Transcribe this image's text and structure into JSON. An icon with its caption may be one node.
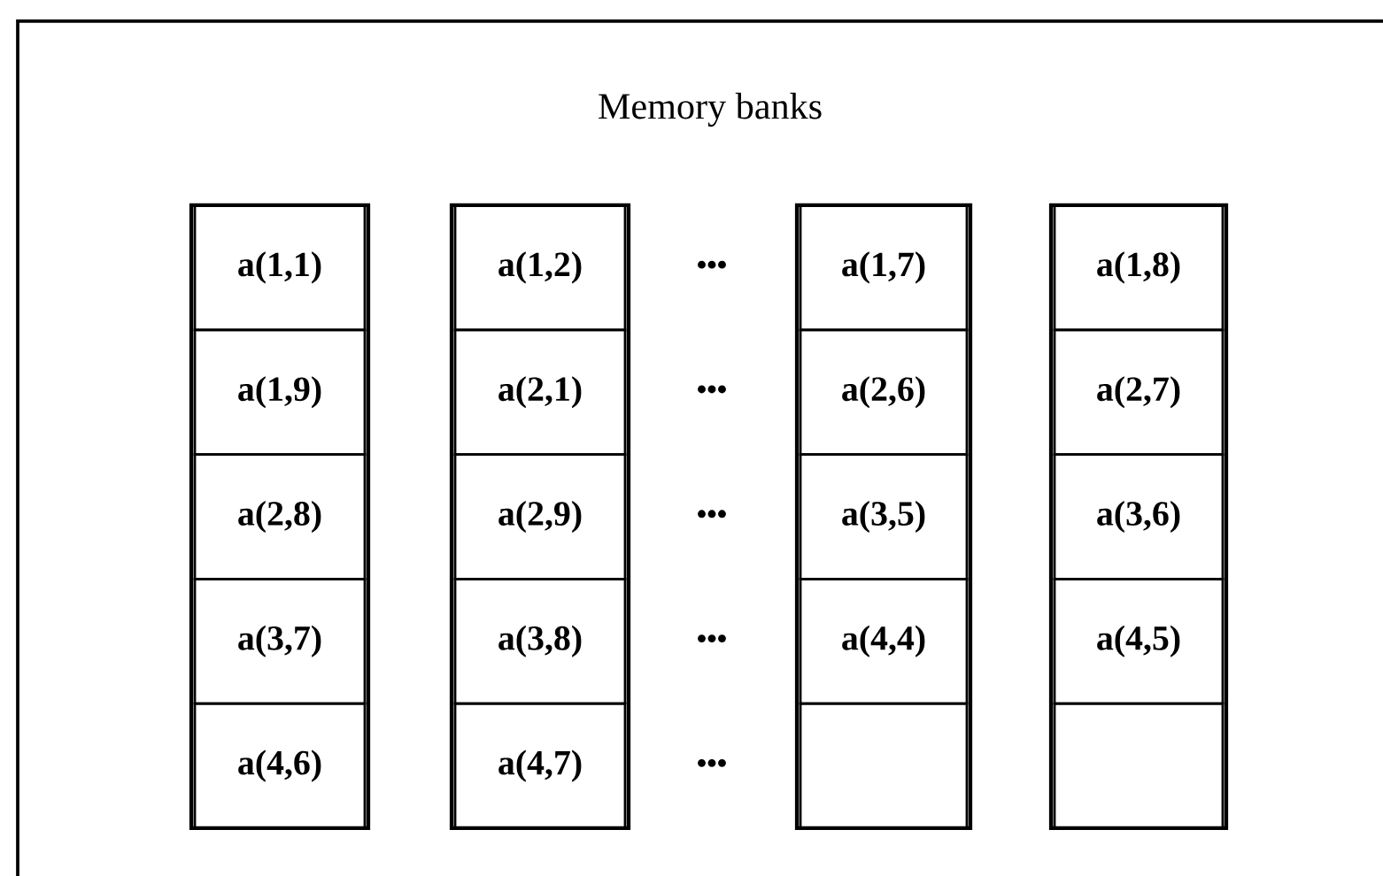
{
  "diagram": {
    "title": "Memory banks",
    "nodes": [
      {
        "text": [],
        "shape": "box"
      },
      {
        "text": [
          "a(1,1)"
        ],
        "in": 0
      },
      {
        "text": [
          "a(1,9)"
        ],
        "in": 0
      },
      {
        "text": [
          "a(2,8)"
        ],
        "in": 0
      },
      {
        "text": [
          "a(3,7)"
        ],
        "in": 0
      },
      {
        "text": [
          "a(4,6)"
        ],
        "in": 0
      },
      {
        "text": [],
        "shape": "box"
      },
      {
        "text": [
          "a(1,2)"
        ],
        "in": 6
      },
      {
        "text": [
          "a(2,1)"
        ],
        "in": 6
      },
      {
        "text": [
          "a(2,9)"
        ],
        "in": 6
      },
      {
        "text": [
          "a(3,8)"
        ],
        "in": 6
      },
      {
        "text": [
          "a(4,7)"
        ],
        "in": 6
      },
      {
        "text": [],
        "shape": "box"
      },
      {
        "text": [
          "a(1,7)"
        ],
        "in": 12
      },
      {
        "text": [
          "a(2,6)"
        ],
        "in": 12
      },
      {
        "text": [
          "a(3,5)"
        ],
        "in": 12
      },
      {
        "text": [
          "a(4,4)"
        ],
        "in": 12
      },
      {
        "text": [],
        "shape": "box",
        "in": 12
      },
      {
        "text": [],
        "shape": "box"
      },
      {
        "text": [
          "a(1,8)"
        ],
        "in": 18
      },
      {
        "text": [
          "a(2,7)"
        ],
        "in": 18
      },
      {
        "text": [
          "a(3,6)"
        ],
        "in": 18
      },
      {
        "text": [
          "a(4,5)"
        ],
        "in": 18
      },
      {
        "text": [],
        "shape": "box",
        "in": 18
      }
    ],
    "labels": [
      "•••",
      "•••",
      "•••",
      "•••",
      "•••"
    ]
  }
}
